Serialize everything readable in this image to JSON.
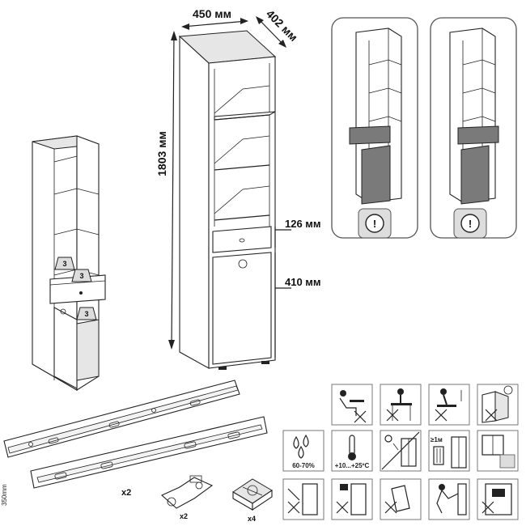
{
  "dimensions": {
    "width": "450 мм",
    "depth": "402 мм",
    "height": "1803 мм",
    "drawer_height": "126 мм",
    "door_height": "410 мм"
  },
  "load_weights": [
    "3",
    "3",
    "3"
  ],
  "load_unit": "kg",
  "warning_mark": "!",
  "hardware": {
    "rails_count": "x2",
    "hinges_count": "x2",
    "feet_count": "x4",
    "rail_length": "350mm"
  },
  "care_icons": {
    "humidity": "60-70%",
    "temperature": "+10...+25ºC",
    "heater_distance": "≥1м"
  },
  "icon_names": [
    "no-sitting-icon",
    "no-standing-on-top-icon",
    "no-climbing-icon",
    "door-check-icon",
    "humidity-icon",
    "temperature-icon",
    "no-sunlight-icon",
    "heater-distance-icon",
    "window-icon",
    "no-hanging-icon",
    "no-overloading-icon",
    "no-tilting-icon",
    "no-pushing-icon",
    "no-heavy-load-icon"
  ]
}
